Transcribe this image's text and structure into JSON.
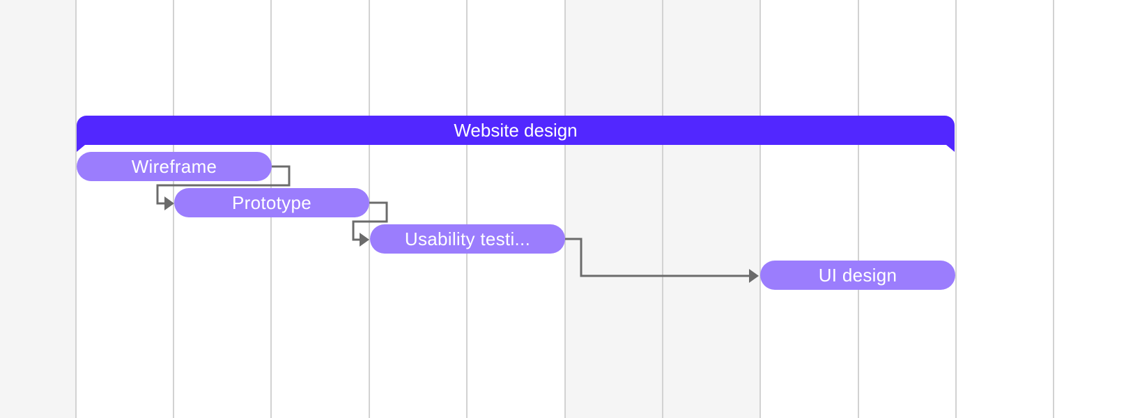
{
  "colors": {
    "summary_bar": "#5227ff",
    "task_bar": "#9b7dfd",
    "link": "#6b6b6b",
    "grid_line": "#d2d2d2",
    "weekend_shade": "#f5f5f5"
  },
  "summary": {
    "label": "Website design"
  },
  "tasks": [
    {
      "label": "Wireframe"
    },
    {
      "label": "Prototype"
    },
    {
      "label": "Usability testi..."
    },
    {
      "label": "UI design"
    }
  ]
}
